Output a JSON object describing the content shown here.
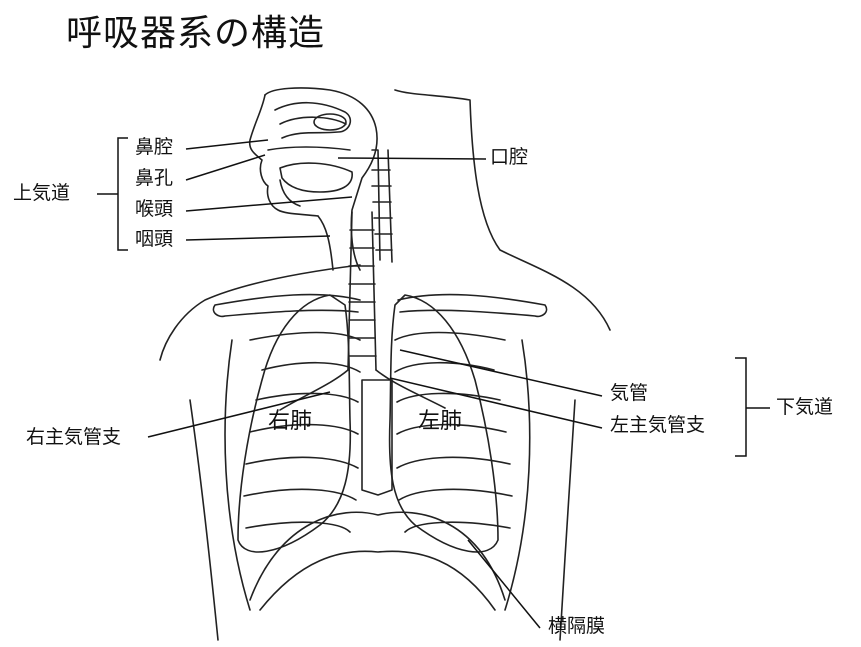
{
  "title": "呼吸器系の構造",
  "groups": {
    "upper": "上気道",
    "lower": "下気道"
  },
  "labels": {
    "nasal_cavity": "鼻腔",
    "nostril": "鼻孔",
    "larynx": "喉頭",
    "pharynx": "咽頭",
    "oral_cavity": "口腔",
    "trachea": "気管",
    "left_main_bronchus": "左主気管支",
    "right_main_bronchus": "右主気管支",
    "diaphragm": "横隔膜"
  },
  "lungs": {
    "right": "右肺",
    "left": "左肺"
  }
}
